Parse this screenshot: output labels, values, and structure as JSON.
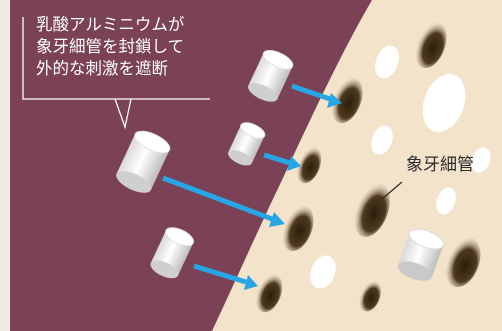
{
  "callout": {
    "lines": [
      "乳酸アルミニウムが",
      "象牙細管を封鎖して",
      "外的な刺激を遮断"
    ]
  },
  "label": {
    "dentinal_tubule": "象牙細管"
  },
  "colors": {
    "background": "#efeae3",
    "dentin_surface": "#f3e3cb",
    "stimulus_side": "#7a4157",
    "arrow": "#27a6e6",
    "tubule_dark": "#3b2a14",
    "particle_white": "#ffffff"
  }
}
